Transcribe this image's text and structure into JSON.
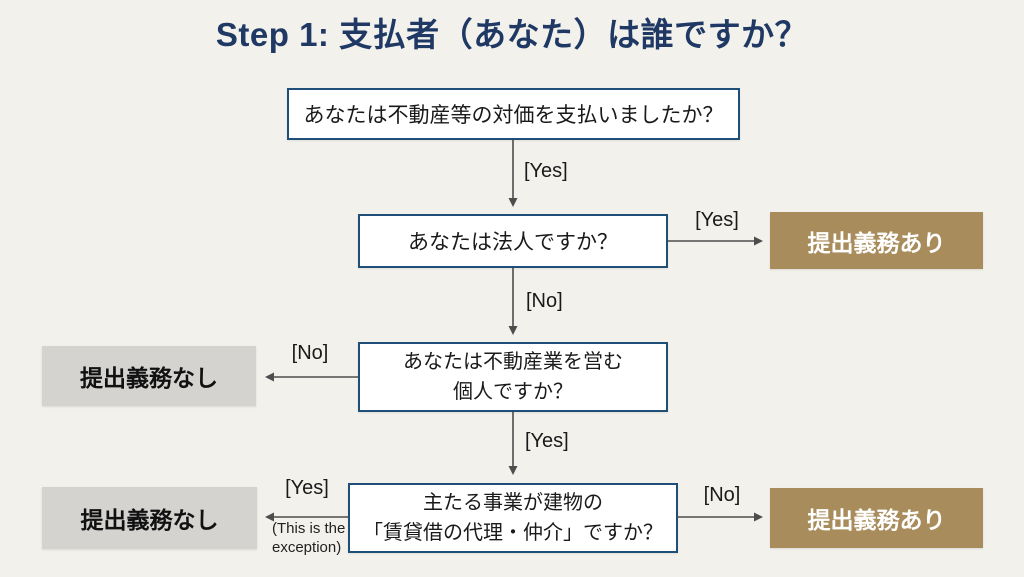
{
  "title": "Step 1: 支払者（あなた）は誰ですか？",
  "colors": {
    "background": "#F2F1EB",
    "title_color": "#1F3864",
    "box_border": "#1F4E79",
    "box_fill": "#FFFFFF",
    "box_text": "#1A1A1A",
    "result_yes_fill": "#A98C5B",
    "result_yes_text": "#FFFFFF",
    "result_no_fill": "#D4D3D0",
    "result_no_text": "#111111",
    "arrow_color": "#4D4D4D",
    "label_text": "#1A1A1A"
  },
  "nodes": {
    "q1": {
      "text": "あなたは不動産等の対価を支払いましたか？"
    },
    "q2": {
      "text": "あなたは法人ですか？"
    },
    "q3": {
      "text": "あなたは不動産業を営む\n個人ですか？"
    },
    "q4": {
      "text": "主たる事業が建物の\n「賃貸借の代理・仲介」ですか？"
    },
    "result_obligation_top": {
      "text": "提出義務あり"
    },
    "result_no_obligation_mid": {
      "text": "提出義務なし"
    },
    "result_no_obligation_bottom": {
      "text": "提出義務なし"
    },
    "result_obligation_bottom": {
      "text": "提出義務あり"
    }
  },
  "edges": {
    "q1_yes": {
      "label": "[Yes]"
    },
    "q2_yes": {
      "label": "[Yes]"
    },
    "q2_no": {
      "label": "[No]"
    },
    "q3_no": {
      "label": "[No]"
    },
    "q3_yes": {
      "label": "[Yes]"
    },
    "q4_yes": {
      "label": "[Yes]",
      "note": "(This is the\nexception)"
    },
    "q4_no": {
      "label": "[No]"
    }
  }
}
